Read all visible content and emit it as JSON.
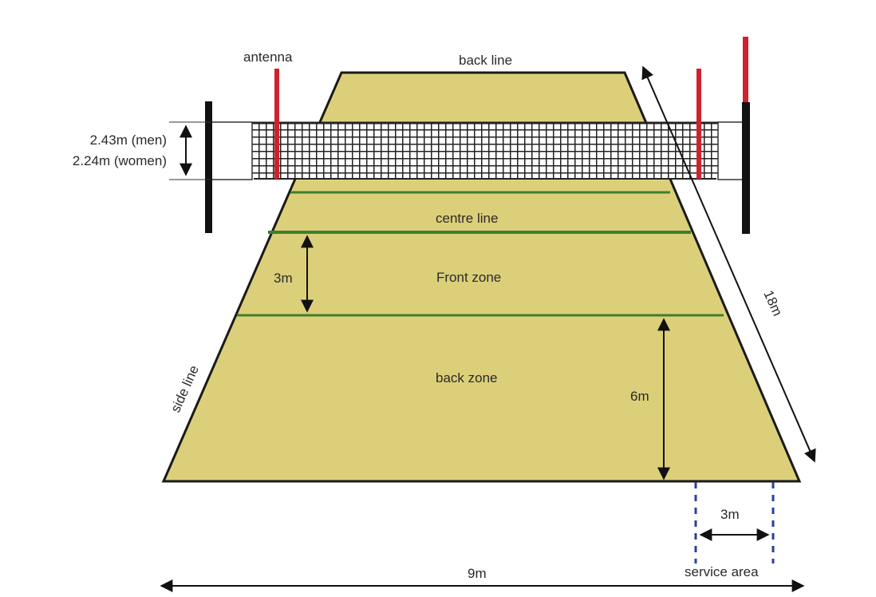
{
  "labels": {
    "antenna": "antenna",
    "back_line": "back line",
    "net_height_men": "2.43m (men)",
    "net_height_women": "2.24m (women)",
    "centre_line": "centre line",
    "front_zone": "Front zone",
    "front_zone_depth": "3m",
    "length": "18m",
    "side_line": "side line",
    "back_zone": "back zone",
    "back_zone_depth": "6m",
    "service_width": "3m",
    "width": "9m",
    "service_area": "service area"
  },
  "colors": {
    "court": "#dccf79",
    "court_outline": "#1a1a1a",
    "zone_line": "#3f7f2d",
    "antenna": "#d0222e",
    "post": "#111111",
    "service_dash": "#2a3f9a",
    "net": "#222222"
  }
}
